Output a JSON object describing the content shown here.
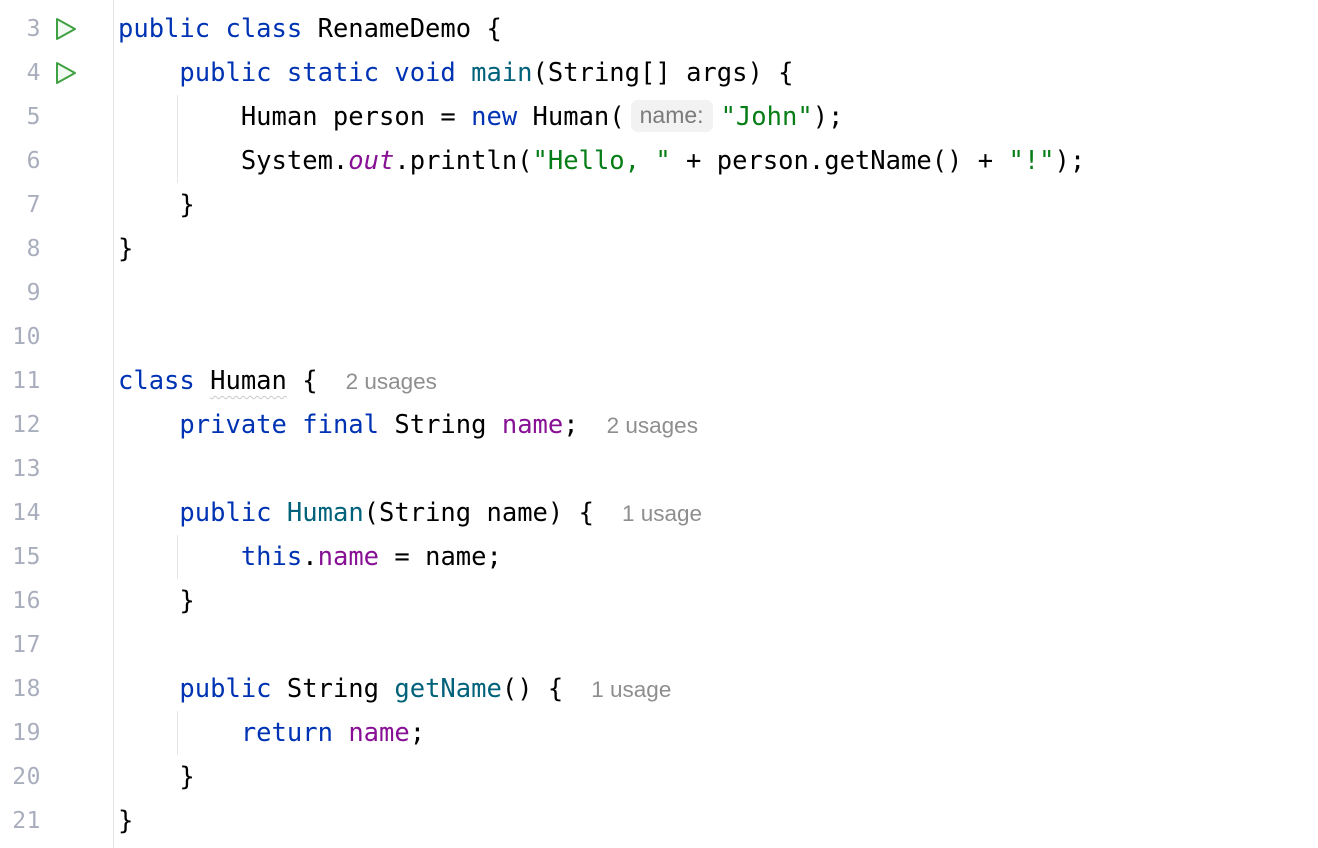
{
  "editor": {
    "colors": {
      "bg": "#ffffff",
      "pl": "#000000",
      "kw": "#0033b3",
      "str": "#067d17",
      "field": "#871094",
      "decl": "#00627a",
      "lnum": "#a9aebd",
      "hint": "#8e8e8e",
      "inlay_bg": "#f2f2f2",
      "inlay_text": "#7b7b7b",
      "warn": "#c9c9c9",
      "gutter_border": "#e4e5e9",
      "indent_guide": "#e3e5e8",
      "run_stroke": "#3fa142",
      "run_fill": "#f3faf3"
    },
    "lines": [
      {
        "num": "3",
        "icon": "run",
        "segs": [
          {
            "t": "public class",
            "c": "kw"
          },
          {
            "t": " RenameDemo {",
            "c": "pl"
          }
        ]
      },
      {
        "num": "4",
        "icon": "run",
        "segs": [
          {
            "t": "    ",
            "c": "pl"
          },
          {
            "t": "public static void",
            "c": "kw"
          },
          {
            "t": " ",
            "c": "pl"
          },
          {
            "t": "main",
            "c": "decl"
          },
          {
            "t": "(String[] args) {",
            "c": "pl"
          }
        ]
      },
      {
        "num": "5",
        "segs": [
          {
            "t": "        Human person = ",
            "c": "pl"
          },
          {
            "t": "new",
            "c": "kw"
          },
          {
            "t": " Human(",
            "c": "pl"
          },
          {
            "t": "name:",
            "c": "inlay"
          },
          {
            "t": "\"John\"",
            "c": "str"
          },
          {
            "t": ");",
            "c": "pl"
          }
        ]
      },
      {
        "num": "6",
        "segs": [
          {
            "t": "        System.",
            "c": "pl"
          },
          {
            "t": "out",
            "c": "field-it"
          },
          {
            "t": ".println(",
            "c": "pl"
          },
          {
            "t": "\"Hello, \"",
            "c": "str"
          },
          {
            "t": " + person.getName() + ",
            "c": "pl"
          },
          {
            "t": "\"!\"",
            "c": "str"
          },
          {
            "t": ");",
            "c": "pl"
          }
        ]
      },
      {
        "num": "7",
        "segs": [
          {
            "t": "    }",
            "c": "pl"
          }
        ]
      },
      {
        "num": "8",
        "segs": [
          {
            "t": "}",
            "c": "pl"
          }
        ]
      },
      {
        "num": "9",
        "segs": []
      },
      {
        "num": "10",
        "segs": []
      },
      {
        "num": "11",
        "usages": "2 usages",
        "segs": [
          {
            "t": "class",
            "c": "kw"
          },
          {
            "t": " ",
            "c": "pl"
          },
          {
            "t": "Human",
            "c": "warn"
          },
          {
            "t": " {",
            "c": "pl"
          }
        ]
      },
      {
        "num": "12",
        "usages": "2 usages",
        "segs": [
          {
            "t": "    ",
            "c": "pl"
          },
          {
            "t": "private final",
            "c": "kw"
          },
          {
            "t": " String ",
            "c": "pl"
          },
          {
            "t": "name",
            "c": "field"
          },
          {
            "t": ";",
            "c": "pl"
          }
        ]
      },
      {
        "num": "13",
        "segs": []
      },
      {
        "num": "14",
        "usages": "1 usage",
        "segs": [
          {
            "t": "    ",
            "c": "pl"
          },
          {
            "t": "public",
            "c": "kw"
          },
          {
            "t": " ",
            "c": "pl"
          },
          {
            "t": "Human",
            "c": "decl"
          },
          {
            "t": "(String name) {",
            "c": "pl"
          }
        ]
      },
      {
        "num": "15",
        "segs": [
          {
            "t": "        ",
            "c": "pl"
          },
          {
            "t": "this",
            "c": "kw"
          },
          {
            "t": ".",
            "c": "pl"
          },
          {
            "t": "name",
            "c": "field"
          },
          {
            "t": " = name;",
            "c": "pl"
          }
        ]
      },
      {
        "num": "16",
        "segs": [
          {
            "t": "    }",
            "c": "pl"
          }
        ]
      },
      {
        "num": "17",
        "segs": []
      },
      {
        "num": "18",
        "usages": "1 usage",
        "segs": [
          {
            "t": "    ",
            "c": "pl"
          },
          {
            "t": "public",
            "c": "kw"
          },
          {
            "t": " String ",
            "c": "pl"
          },
          {
            "t": "getName",
            "c": "decl"
          },
          {
            "t": "() {",
            "c": "pl"
          }
        ]
      },
      {
        "num": "19",
        "segs": [
          {
            "t": "        ",
            "c": "pl"
          },
          {
            "t": "return",
            "c": "kw"
          },
          {
            "t": " ",
            "c": "pl"
          },
          {
            "t": "name",
            "c": "field"
          },
          {
            "t": ";",
            "c": "pl"
          }
        ]
      },
      {
        "num": "20",
        "segs": [
          {
            "t": "    }",
            "c": "pl"
          }
        ]
      },
      {
        "num": "21",
        "segs": [
          {
            "t": "}",
            "c": "pl"
          }
        ]
      }
    ]
  }
}
